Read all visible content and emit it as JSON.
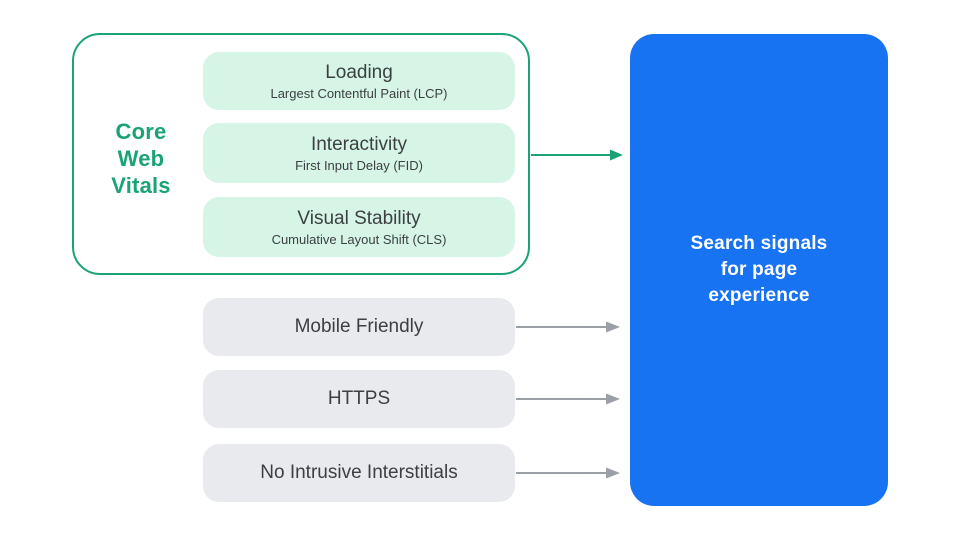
{
  "colors": {
    "green": "#1aa376",
    "green_light": "#d6f5e7",
    "blue": "#1773f2",
    "grey_pill": "#e9eaed",
    "text_dark": "#3c4043",
    "arrow_grey": "#9aa0a6",
    "white": "#ffffff"
  },
  "core_web_vitals": {
    "label": "Core\nWeb\nVitals",
    "metrics": [
      {
        "title": "Loading",
        "subtitle": "Largest Contentful Paint (LCP)"
      },
      {
        "title": "Interactivity",
        "subtitle": "First Input Delay (FID)"
      },
      {
        "title": "Visual Stability",
        "subtitle": "Cumulative Layout Shift (CLS)"
      }
    ]
  },
  "other_signals": [
    "Mobile Friendly",
    "HTTPS",
    "No Intrusive Interstitials"
  ],
  "result": {
    "label": "Search signals\nfor page\nexperience"
  }
}
